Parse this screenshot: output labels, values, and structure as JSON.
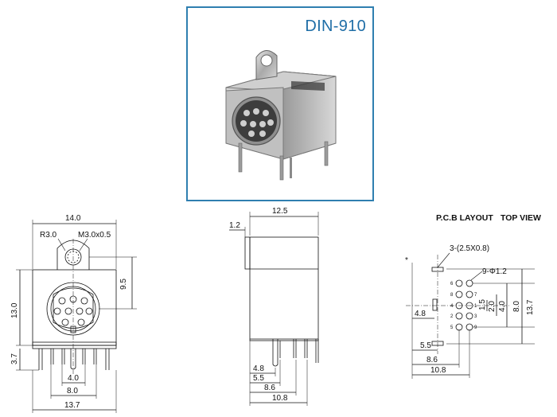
{
  "product": {
    "model": "DIN-910"
  },
  "views": {
    "pcb_title": "P.C.B LAYOUT",
    "top_view_title": "TOP VIEW"
  },
  "front_view": {
    "width_top": "14.0",
    "radius": "R3.0",
    "thread": "M3.0x0.5",
    "height_upper": "9.5",
    "height_total": "13.0",
    "pin_length": "3.7",
    "pin_span_inner": "4.0",
    "pin_span_outer": "8.0",
    "width_bottom": "13.7"
  },
  "side_view": {
    "depth": "12.5",
    "flange": "1.2",
    "dim_a": "4.8",
    "dim_b": "5.5",
    "dim_c": "8.6",
    "dim_d": "10.8"
  },
  "pcb_layout": {
    "slot_holes": "3-(2.5X0.8)",
    "round_holes": "9-Φ1.2",
    "v_1_5": "1.5",
    "v_2_0": "2.0",
    "v_4_0": "4.0",
    "v_8_0": "8.0",
    "v_13_7": "13.7",
    "h_4_8": "4.8",
    "h_5_5": "5.5",
    "h_8_6": "8.6",
    "h_10_8": "10.8",
    "asterisk": "*",
    "pin_labels": [
      "6",
      "8",
      "4",
      "2",
      "5",
      "7",
      "1",
      "3",
      "9"
    ]
  }
}
